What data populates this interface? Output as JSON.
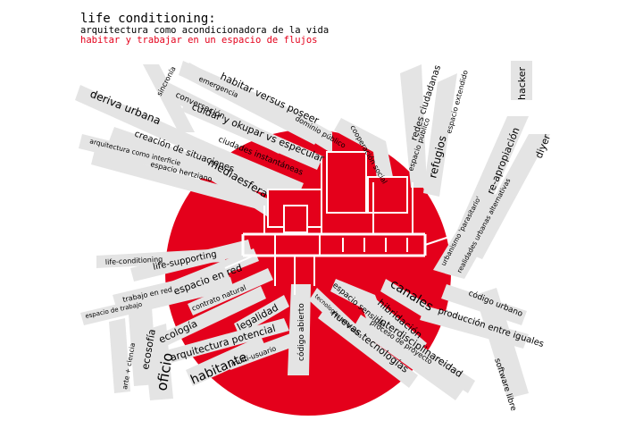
{
  "title": {
    "main": "life conditioning:",
    "sub1": "arquitectura como acondicionadora de la vida",
    "sub2": "habitar y trabajar en un espacio de flujos"
  },
  "colors": {
    "accent": "#e4001b",
    "band": "#e4e4e4",
    "ink": "#000000",
    "background": "#ffffff"
  },
  "labels": {
    "sincronia": "sincronía",
    "emergencia": "emergencia",
    "habitar_poseer": "habitar versus poseer",
    "conversacion": "conversación",
    "deriva_urbana": "deriva urbana",
    "cuidar_okupar": "cuidar y okupar vs especular",
    "dominio_publico": "dominio público",
    "cooperacion_social": "cooperación social",
    "redes_ciudadanas": "redes ciudadanas",
    "espacio_extendido": "espacio extendido",
    "hacker": "hacker",
    "creacion_situaciones": "creación de situaciones",
    "ciudades_instantaneas": "ciudades instantáneas",
    "espacio_publico": "espacio público",
    "refugios": "refugios",
    "re_apropiacion": "re-apropiación",
    "diyer": "diyer",
    "arq_interficie": "arquitectura como interficie",
    "espacio_hertziano": "espacio hertziano",
    "mediaesfera": "mediaesfera",
    "urbanismo_parasitario": "urbanismo 'parasitario'",
    "realidades_urbanas": "realidades urbanas alternativas",
    "life_conditioning": "life-conditioning",
    "life_supporting": "life-supporting",
    "trabajo_red": "trabajo en red",
    "espacio_red": "espacio en red",
    "espacio_trabajo": "espacio de trabajo",
    "contrato_natural": "contrato natural",
    "espacio_sensible": "espacio sensible",
    "canales": "canales",
    "codigo_urbano": "código urbano",
    "ecologia": "ecología",
    "legalidad": "legalidad",
    "tecnologias_nomadas": "tecnologías nómadas",
    "hibridacion": "hibridación",
    "produccion_iguales": "producción entre iguales",
    "arte_ciencia": "arte + ciencia",
    "ecosofia": "ecosofía",
    "arq_potencial": "arquitectura potencial",
    "codigo_abierto": "código abierto",
    "interdisciplinareidad": "interdisciplinareidad",
    "oficio": "oficio",
    "multi_usuario": "multi-usuario",
    "nuevas_tecnologias": "nuevas tecnologías",
    "proceso_proyecto": "proceso de proyecto",
    "software_libre": "software libre",
    "habitante": "habitante"
  }
}
